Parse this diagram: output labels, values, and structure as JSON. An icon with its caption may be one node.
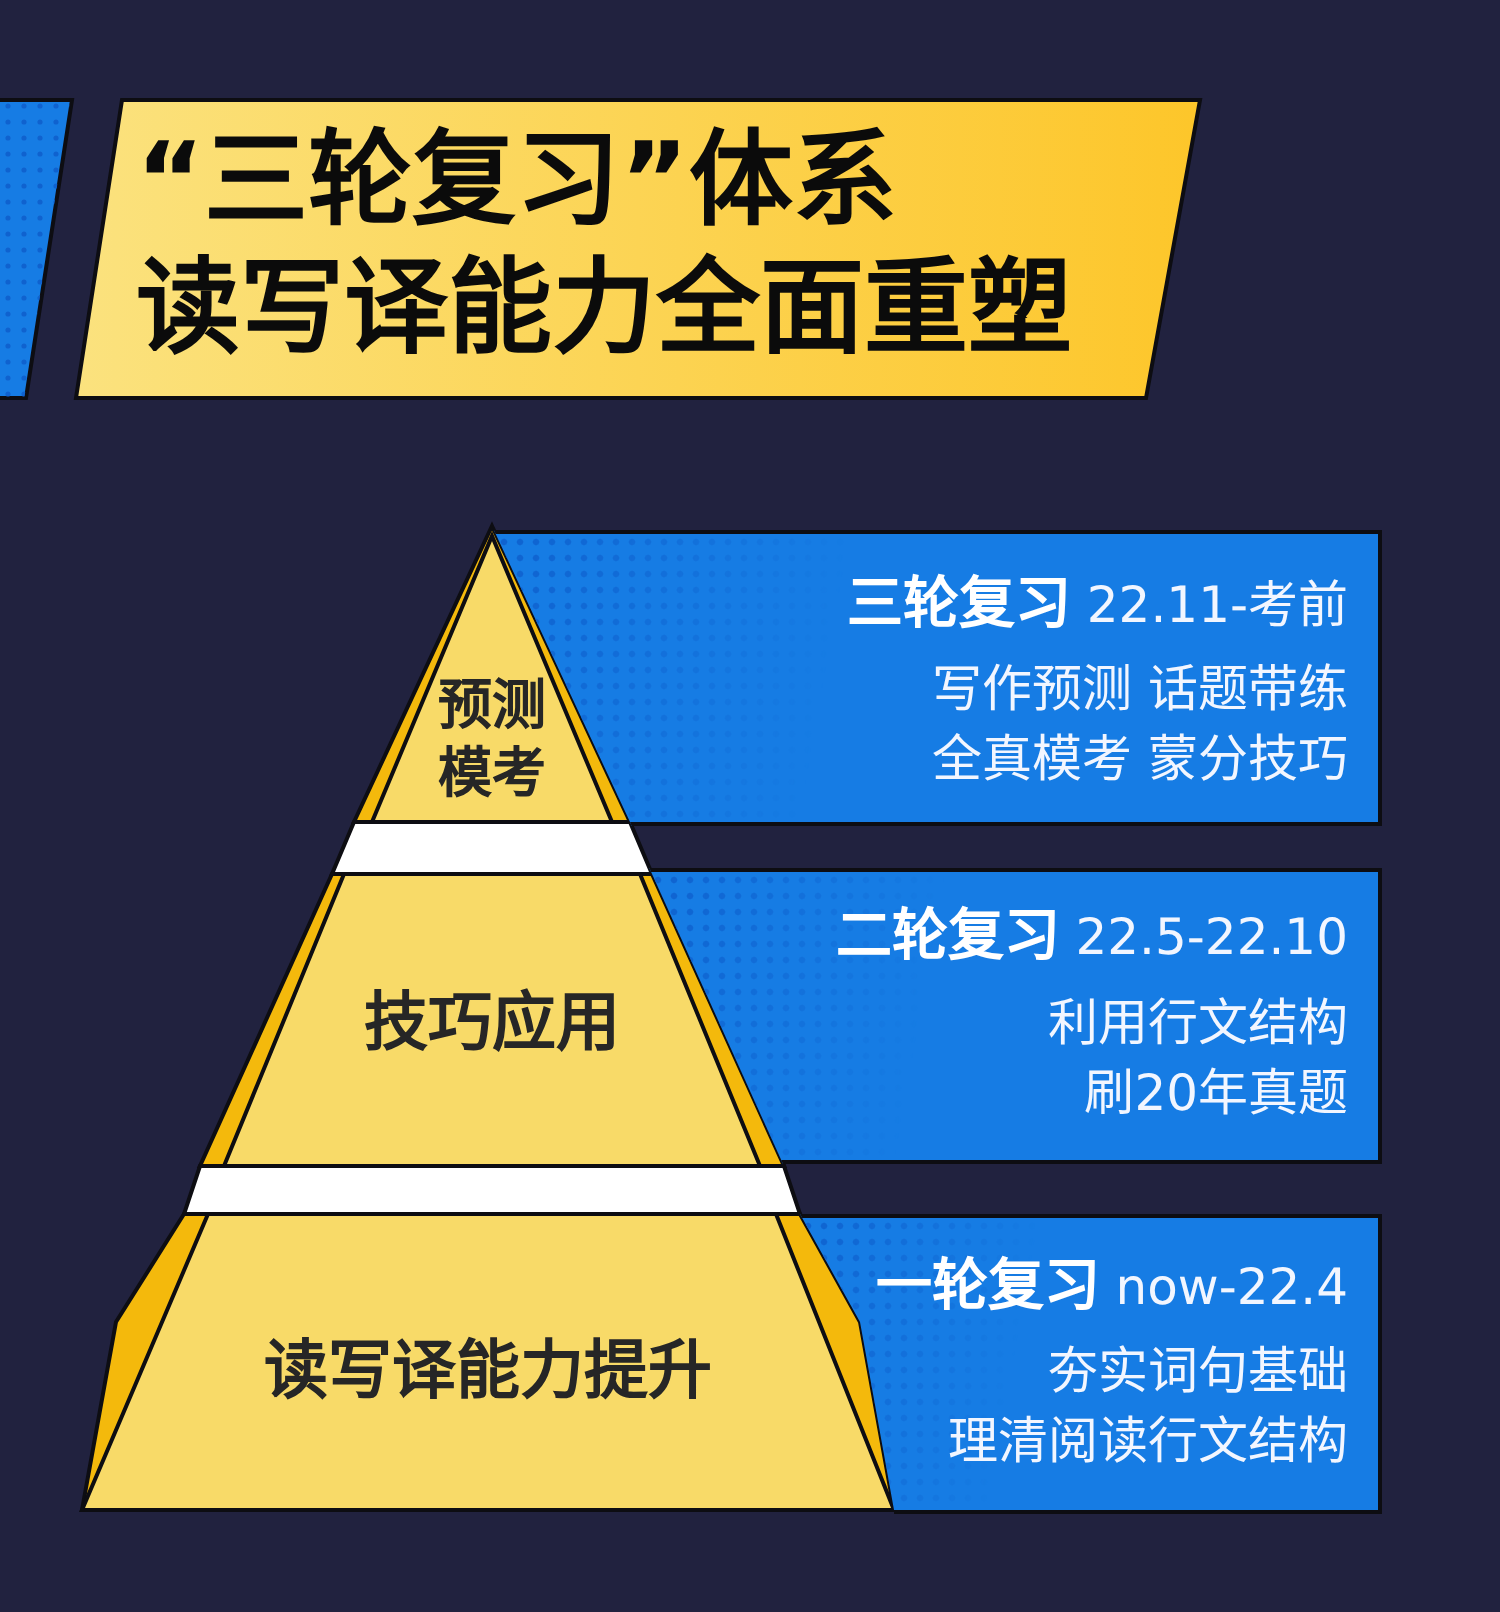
{
  "diagram": {
    "nodes": [
      {
        "text": [
          "“三轮复习”体系",
          "读写译能力全面重塑"
        ]
      },
      {
        "text": [
          "预测模考"
        ]
      },
      {
        "text": [
          "**三轮复习** 22.11-考前",
          "写作预测 话题带练",
          "全真模考 蒙分技巧"
        ]
      },
      {
        "text": [
          "技巧应用"
        ]
      },
      {
        "text": [
          "**二轮复习** 22.5-22.10",
          "利用行文结构",
          "刷20年真题"
        ]
      },
      {
        "text": [
          "读写译能力提升"
        ]
      },
      {
        "text": [
          "**一轮复习** now-22.4",
          "夯实词句基础",
          "理清阅读行文结构"
        ]
      }
    ]
  }
}
